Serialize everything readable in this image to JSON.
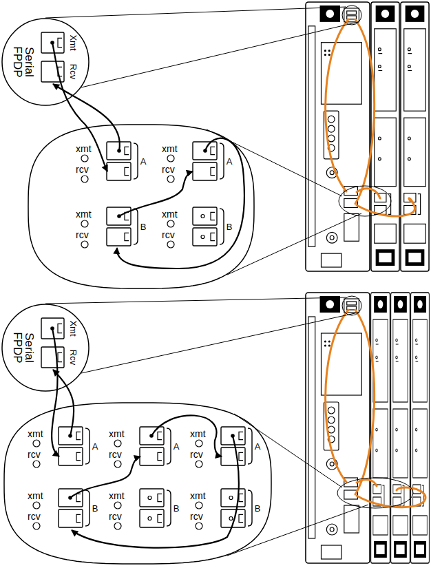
{
  "diagram": {
    "nodes": [
      {
        "text": [
          "Serial FPDP",
          "Xmt",
          "Rcv"
        ]
      },
      {
        "text": [
          "xmt",
          "rcv",
          "A",
          "xmt",
          "rcv",
          "B",
          "xmt",
          "rcv",
          "A",
          "xmt",
          "rcv",
          "B"
        ]
      },
      {
        "text": [
          "Serial FPDP",
          "Xmt",
          "Rcv"
        ]
      },
      {
        "text": [
          "xmt",
          "rcv",
          "A",
          "xmt",
          "rcv",
          "B",
          "xmt",
          "rcv",
          "A",
          "xmt",
          "rcv",
          "B",
          "xmt",
          "rcv",
          "A",
          "xmt",
          "rcv",
          "B"
        ]
      }
    ]
  }
}
